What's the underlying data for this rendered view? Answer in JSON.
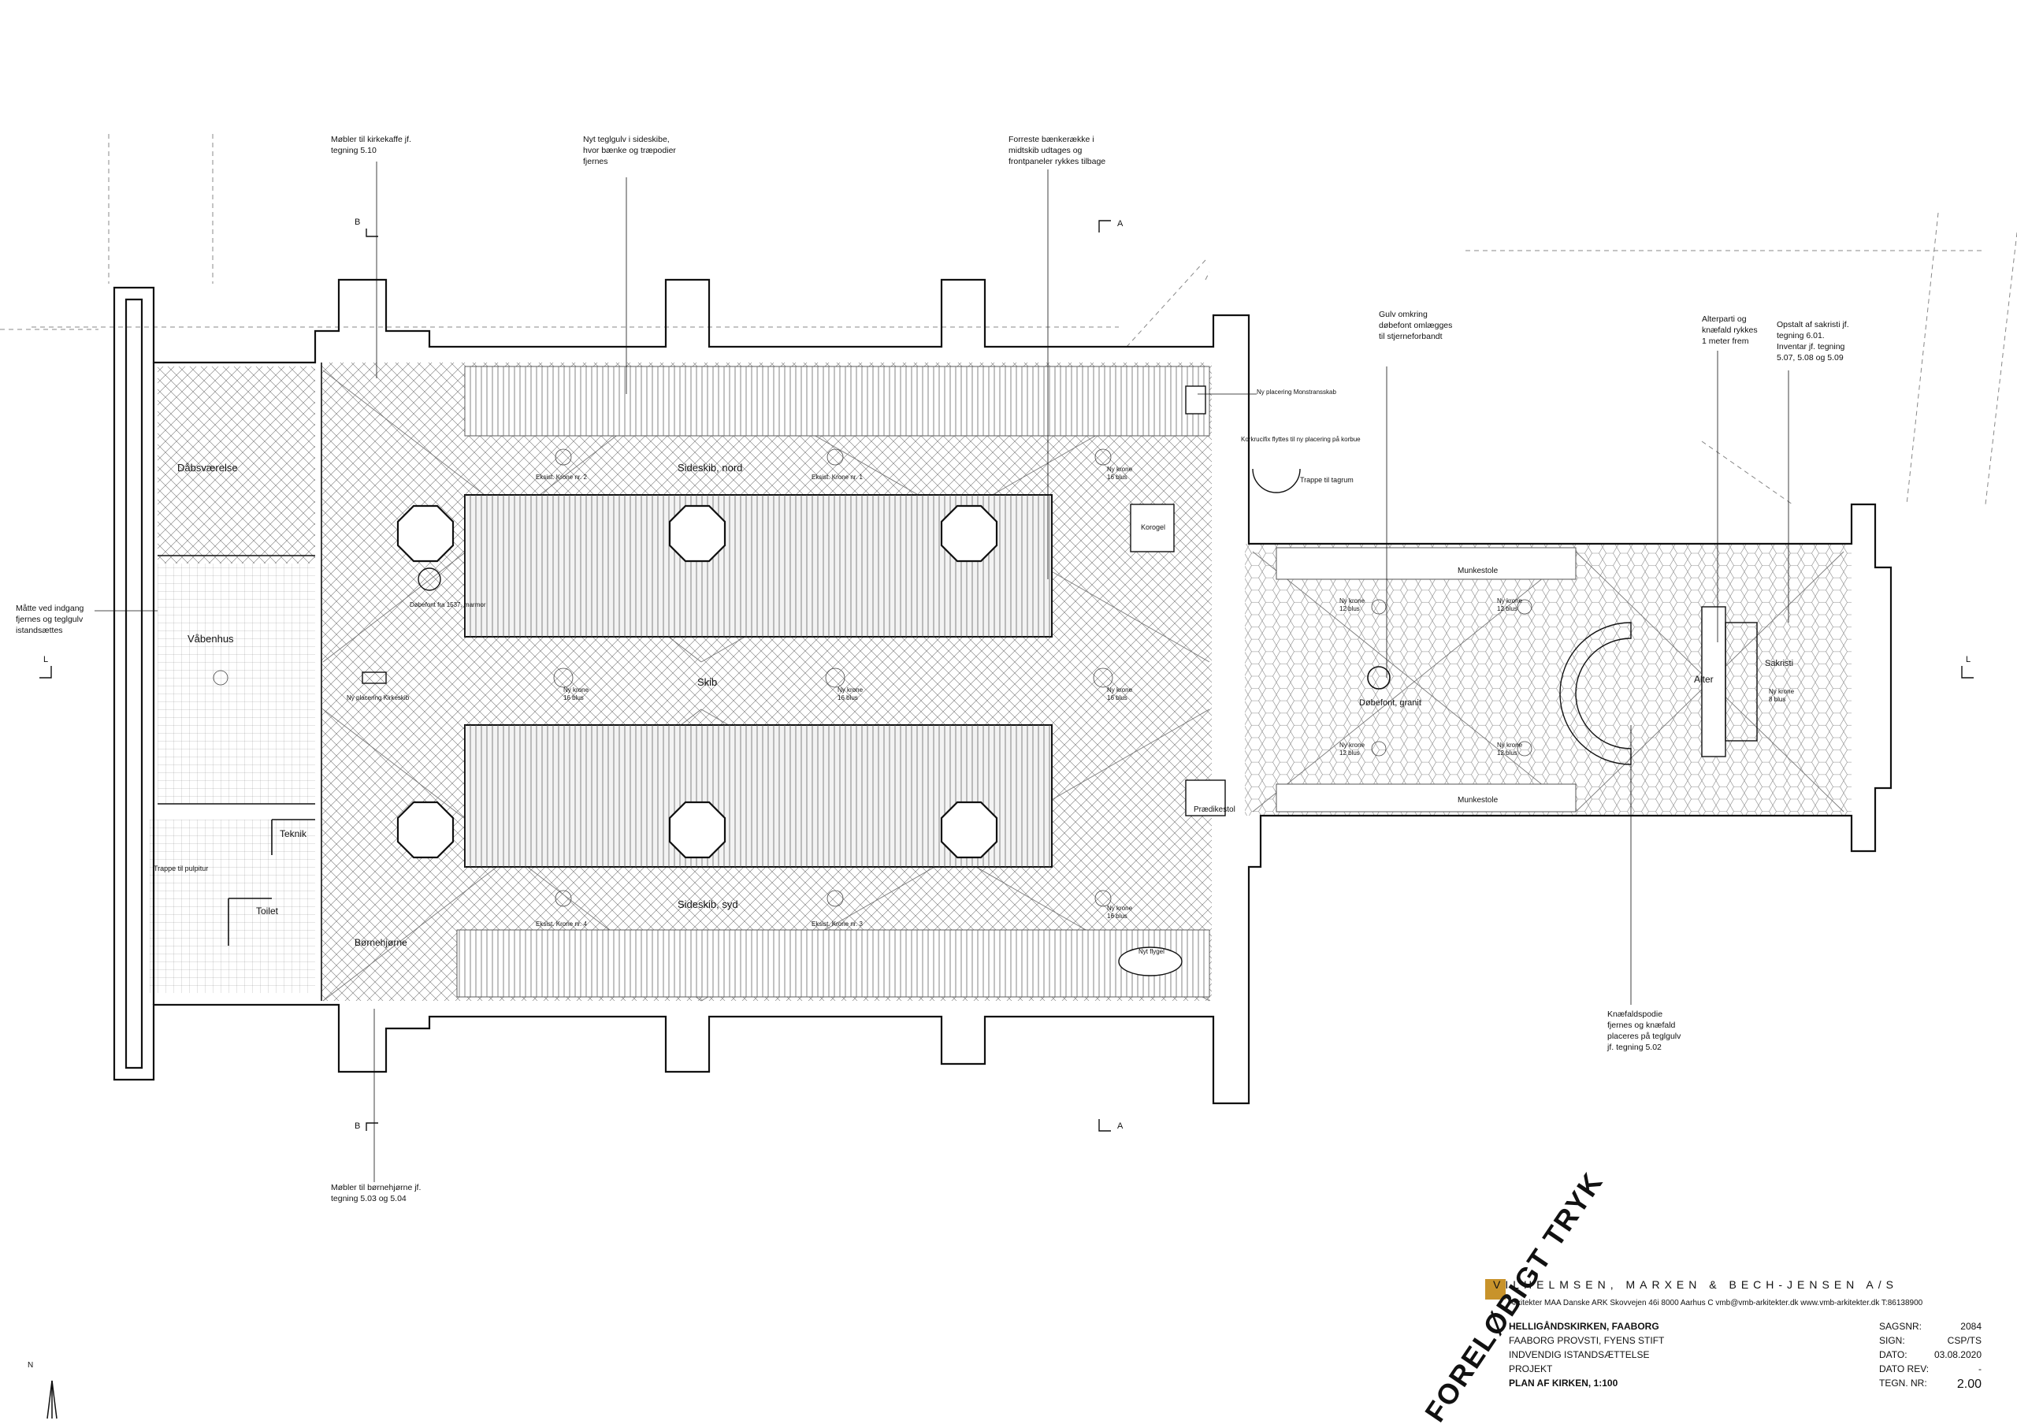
{
  "plan": {
    "rooms": {
      "daabsvaerelse": "Dåbsværelse",
      "vaabenhus": "Våbenhus",
      "teknik": "Teknik",
      "trappe_pulpitur": "Trappe til pulpitur",
      "toilet": "Toilet",
      "boernehjoerne": "Børnehjørne",
      "sideskib_nord": "Sideskib, nord",
      "sideskib_syd": "Sideskib, syd",
      "skib": "Skib",
      "korgel": "Korogel",
      "praedikestol": "Prædikestol",
      "dabefont": "Døbefont, granit",
      "alter": "Alter",
      "sakristi": "Sakristi",
      "munkestole_n": "Munkestole",
      "munkestole_s": "Munkestole",
      "trappe_taarn": "Trappe til tagrum"
    },
    "small_labels": {
      "eksist_krone_2": "Eksist. Krone nr. 2",
      "eksist_krone_1": "Eksist. Krone nr. 1",
      "eksist_krone_4": "Eksist. Krone nr. 4",
      "eksist_krone_3": "Eksist. Krone nr. 3",
      "ny_krone_nord": "Ny krone",
      "ny_krone_nord_2": "16 blus",
      "ny_krone_skib_1": "Ny krone",
      "ny_krone_skib_1b": "16 blus",
      "ny_krone_skib_2": "Ny krone",
      "ny_krone_skib_2b": "16 blus",
      "ny_krone_skib_3": "Ny krone",
      "ny_krone_skib_3b": "16 blus",
      "ny_krone_syd": "Ny krone",
      "ny_krone_syd_2": "16 blus",
      "dabefont_1537": "Døbefont fra 1537, marmor",
      "ny_placering_kirkeskib": "Ny placering Kirkeskib",
      "ny_placering_monstrans": "Ny placering Monstransskab",
      "korkrucifix": "Korkrucifix flyttes til ny placering på korbue",
      "nyt_flygel": "Nyt flygel",
      "kor_krone_1": "Ny krone",
      "kor_krone_1b": "12 blus",
      "kor_krone_2": "Ny krone",
      "kor_krone_2b": "12 blus",
      "kor_krone_3": "Ny krone",
      "kor_krone_3b": "12 blus",
      "kor_krone_4": "Ny krone",
      "kor_krone_4b": "12 blus",
      "sakristi_krone": "Ny krone",
      "sakristi_kroneb": "8 blus"
    },
    "annotations": {
      "moebler_kirkekaffe": [
        "Møbler til kirkekaffe jf.",
        "tegning 5.10"
      ],
      "nyt_teglgulv": [
        "Nyt teglgulv i sideskibe,",
        "hvor bænke og træpodier",
        "fjernes"
      ],
      "forreste_baenke": [
        "Forreste bænkerække i",
        "midtskib udtages og",
        "frontpaneler rykkes tilbage"
      ],
      "gulv_omkring": [
        "Gulv omkring",
        "døbefont omlægges",
        "til stjerneforbandt"
      ],
      "alterparti": [
        "Alterparti og",
        "knæfald rykkes",
        "1 meter frem"
      ],
      "opstalt_sakristi": [
        "Opstalt af sakristi jf.",
        "tegning 6.01.",
        "Inventar jf. tegning",
        "5.07, 5.08 og 5.09"
      ],
      "maatte": [
        "Måtte ved indgang",
        "fjernes og teglgulv",
        "istandsættes"
      ],
      "knaefald": [
        "Knæfaldspodie",
        "fjernes og knæfald",
        "placeres på teglgulv",
        "jf. tegning 5.02"
      ],
      "moebler_boernehjoerne": [
        "Møbler til børnehjørne jf.",
        "tegning 5.03 og 5.04"
      ]
    },
    "section_marks": {
      "b_top": "B",
      "a_top": "A",
      "b_bottom": "B",
      "a_bottom": "A",
      "l_left": "L",
      "l_right": "L"
    },
    "north": "N"
  },
  "title_block": {
    "firm": "VILHELMSEN, MARXEN & BECH-JENSEN A/S",
    "firm_sub": "Arkitekter MAA Danske ARK   Skovvejen 46i  8000 Aarhus C  vmb@vmb-arkitekter.dk  www.vmb-arkitekter.dk  T:86138900",
    "project_lines": [
      "HELLIGÅNDSKIRKEN, FAABORG",
      "FAABORG PROVSTI, FYENS STIFT",
      "INDVENDIG ISTANDSÆTTELSE",
      "PROJEKT",
      "PLAN AF KIRKEN, 1:100"
    ],
    "fields": [
      {
        "label": "SAGSNR:",
        "value": "2084"
      },
      {
        "label": "SIGN:",
        "value": "CSP/TS"
      },
      {
        "label": "DATO:",
        "value": "03.08.2020"
      },
      {
        "label": "DATO REV:",
        "value": "-"
      },
      {
        "label": "TEGN. NR:",
        "value": "2.00"
      }
    ],
    "stamp": "FORELØBIGT TRYK",
    "logo_color": "#c8932b"
  }
}
